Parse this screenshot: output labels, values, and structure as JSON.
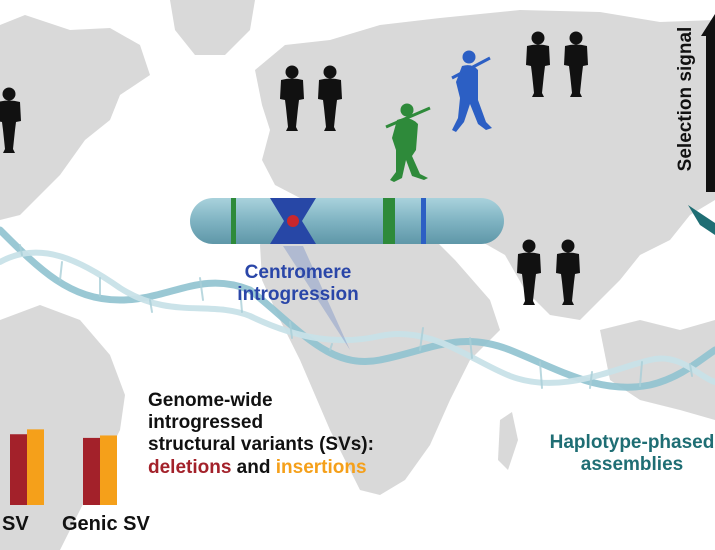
{
  "labels": {
    "centromere": [
      "Centromere",
      "introgression"
    ],
    "genome_wide": [
      "Genome-wide",
      "introgressed",
      "structural variants (SVs):"
    ],
    "deletions": "deletions",
    "and": " and ",
    "insertions": "insertions",
    "haplotype": [
      "Haplotype-phased",
      "assemblies"
    ],
    "selection": "Selection signal",
    "sv_axis": "SV",
    "genic_axis": "Genic SV"
  },
  "colors": {
    "deletions": "#a3212a",
    "insertions": "#f5a01a",
    "centromere": "#2a46a8",
    "haplotype": "#1f6e74",
    "neanderthal": "#2e8a3a",
    "denisovan": "#2c5fc4",
    "map_land": "#d9d9d9",
    "dna": "#8fc2cf"
  },
  "chart_data": {
    "type": "bar",
    "categories": [
      "SV",
      "Genic SV"
    ],
    "series": [
      {
        "name": "deletions",
        "values": [
          0.58,
          0.55
        ]
      },
      {
        "name": "insertions",
        "values": [
          0.62,
          0.57
        ]
      }
    ],
    "ylim": [
      0,
      1
    ]
  }
}
